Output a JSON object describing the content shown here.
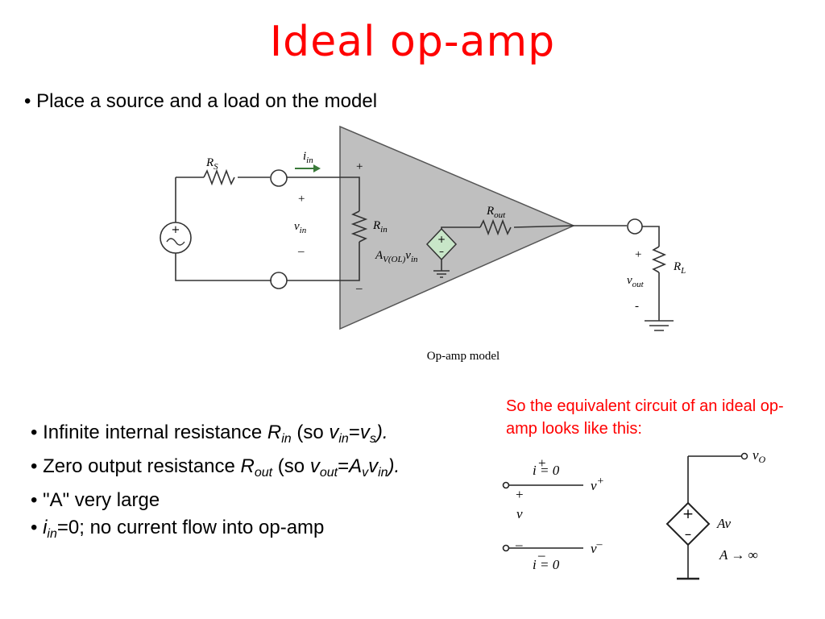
{
  "title": "Ideal op-amp",
  "intro_bullet": "• Place a source and a load on the model",
  "model": {
    "caption": "Op-amp model",
    "rs": {
      "main": "R",
      "sub": "S"
    },
    "iin": {
      "main": "i",
      "sub": "in"
    },
    "plus_in": "+",
    "vin_plus": "+",
    "vin": {
      "main": "v",
      "sub": "in"
    },
    "vin_minus": "–",
    "minus_in": "–",
    "rin": {
      "main": "R",
      "sub": "in"
    },
    "rout": {
      "main": "R",
      "sub": "out"
    },
    "gain": {
      "main": "A",
      "sub": "V(OL)",
      "var": "v",
      "var_sub": "in"
    },
    "src_plus": "+",
    "src_minus": "–",
    "vout_plus": "+",
    "vout": {
      "main": "v",
      "sub": "out"
    },
    "vout_minus": "-",
    "rl": {
      "main": "R",
      "sub": "L"
    }
  },
  "bullets": {
    "b1": {
      "pre": "• Infinite internal resistance ",
      "r": "R",
      "r_sub": "in",
      "mid": " (so ",
      "v1": "v",
      "v1_sub": "in",
      "eq": "=",
      "v2": "v",
      "v2_sub": "s",
      "post": ")."
    },
    "b2": {
      "pre": "• Zero output resistance ",
      "r": "R",
      "r_sub": "out",
      "mid": " (so ",
      "v1": "v",
      "v1_sub": "out",
      "eq": "=",
      "a": "A",
      "a_sub": "v",
      "v2": "v",
      "v2_sub": "in",
      "post": ")."
    },
    "b3": "• \"A\" very large",
    "b4": {
      "pre": "• ",
      "i": "i",
      "i_sub": "in",
      "post": "=0; no current flow into op-amp"
    }
  },
  "note": "So the equivalent circuit of an ideal op-amp looks like this:",
  "ideal": {
    "i_top": "i = 0",
    "plus_top": "+",
    "v_plus": "v",
    "v_plus_sup": "+",
    "plus_left": "+",
    "v_label": "v",
    "minus_left": "–",
    "minus_bottom": "–",
    "v_minus": "v",
    "v_minus_sup": "–",
    "i_bottom": "i = 0",
    "vo": "v",
    "vo_sub": "O",
    "src_plus": "+",
    "src_minus": "–",
    "av": "Av",
    "a_inf": "A → ∞"
  }
}
